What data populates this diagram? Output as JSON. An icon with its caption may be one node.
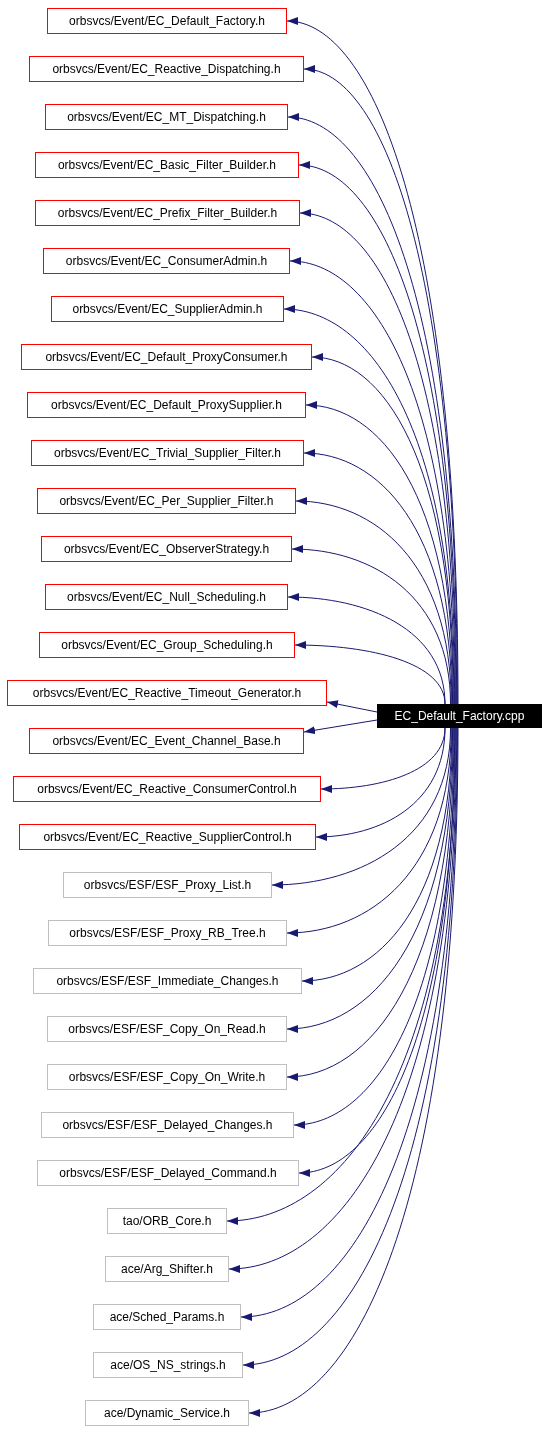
{
  "diagram": {
    "nodes": [
      {
        "text": [
          "orbsvcs/Event/EC_Default_Factory.h"
        ]
      },
      {
        "text": [
          "orbsvcs/Event/EC_Reactive_Dispatching.h"
        ]
      },
      {
        "text": [
          "orbsvcs/Event/EC_MT_Dispatching.h"
        ]
      },
      {
        "text": [
          "orbsvcs/Event/EC_Basic_Filter_Builder.h"
        ]
      },
      {
        "text": [
          "orbsvcs/Event/EC_Prefix_Filter_Builder.h"
        ]
      },
      {
        "text": [
          "orbsvcs/Event/EC_ConsumerAdmin.h"
        ]
      },
      {
        "text": [
          "orbsvcs/Event/EC_SupplierAdmin.h"
        ]
      },
      {
        "text": [
          "orbsvcs/Event/EC_Default_ProxyConsumer.h"
        ]
      },
      {
        "text": [
          "orbsvcs/Event/EC_Default_ProxySupplier.h"
        ]
      },
      {
        "text": [
          "orbsvcs/Event/EC_Trivial_Supplier_Filter.h"
        ]
      },
      {
        "text": [
          "orbsvcs/Event/EC_Per_Supplier_Filter.h"
        ]
      },
      {
        "text": [
          "orbsvcs/Event/EC_ObserverStrategy.h"
        ]
      },
      {
        "text": [
          "orbsvcs/Event/EC_Null_Scheduling.h"
        ]
      },
      {
        "text": [
          "orbsvcs/Event/EC_Group_Scheduling.h"
        ]
      },
      {
        "text": [
          "orbsvcs/Event/EC_Reactive_Timeout_Generator.h"
        ]
      },
      {
        "text": [
          "orbsvcs/Event/EC_Event_Channel_Base.h"
        ]
      },
      {
        "text": [
          "orbsvcs/Event/EC_Reactive_ConsumerControl.h"
        ]
      },
      {
        "text": [
          "orbsvcs/Event/EC_Reactive_SupplierControl.h"
        ]
      },
      {
        "text": [
          "orbsvcs/ESF/ESF_Proxy_List.h"
        ]
      },
      {
        "text": [
          "orbsvcs/ESF/ESF_Proxy_RB_Tree.h"
        ]
      },
      {
        "text": [
          "orbsvcs/ESF/ESF_Immediate_Changes.h"
        ]
      },
      {
        "text": [
          "orbsvcs/ESF/ESF_Copy_On_Read.h"
        ]
      },
      {
        "text": [
          "orbsvcs/ESF/ESF_Copy_On_Write.h"
        ]
      },
      {
        "text": [
          "orbsvcs/ESF/ESF_Delayed_Changes.h"
        ]
      },
      {
        "text": [
          "orbsvcs/ESF/ESF_Delayed_Command.h"
        ]
      },
      {
        "text": [
          "tao/ORB_Core.h"
        ]
      },
      {
        "text": [
          "ace/Arg_Shifter.h"
        ]
      },
      {
        "text": [
          "ace/Sched_Params.h"
        ]
      },
      {
        "text": [
          "ace/OS_NS_strings.h"
        ]
      },
      {
        "text": [
          "ace/Dynamic_Service.h"
        ]
      },
      {
        "text": [
          "EC_Default_Factory.cpp"
        ]
      }
    ],
    "edges": [
      {
        "from": 30,
        "to": 0,
        "arrow": "to"
      },
      {
        "from": 30,
        "to": 1,
        "arrow": "to"
      },
      {
        "from": 30,
        "to": 2,
        "arrow": "to"
      },
      {
        "from": 30,
        "to": 3,
        "arrow": "to"
      },
      {
        "from": 30,
        "to": 4,
        "arrow": "to"
      },
      {
        "from": 30,
        "to": 5,
        "arrow": "to"
      },
      {
        "from": 30,
        "to": 6,
        "arrow": "to"
      },
      {
        "from": 30,
        "to": 7,
        "arrow": "to"
      },
      {
        "from": 30,
        "to": 8,
        "arrow": "to"
      },
      {
        "from": 30,
        "to": 9,
        "arrow": "to"
      },
      {
        "from": 30,
        "to": 10,
        "arrow": "to"
      },
      {
        "from": 30,
        "to": 11,
        "arrow": "to"
      },
      {
        "from": 30,
        "to": 12,
        "arrow": "to"
      },
      {
        "from": 30,
        "to": 13,
        "arrow": "to"
      },
      {
        "from": 30,
        "to": 14,
        "arrow": "to"
      },
      {
        "from": 30,
        "to": 15,
        "arrow": "to"
      },
      {
        "from": 30,
        "to": 16,
        "arrow": "to"
      },
      {
        "from": 30,
        "to": 17,
        "arrow": "to"
      },
      {
        "from": 30,
        "to": 18,
        "arrow": "to"
      },
      {
        "from": 30,
        "to": 19,
        "arrow": "to"
      },
      {
        "from": 30,
        "to": 20,
        "arrow": "to"
      },
      {
        "from": 30,
        "to": 21,
        "arrow": "to"
      },
      {
        "from": 30,
        "to": 22,
        "arrow": "to"
      },
      {
        "from": 30,
        "to": 23,
        "arrow": "to"
      },
      {
        "from": 30,
        "to": 24,
        "arrow": "to"
      },
      {
        "from": 30,
        "to": 25,
        "arrow": "to"
      },
      {
        "from": 30,
        "to": 26,
        "arrow": "to"
      },
      {
        "from": 30,
        "to": 27,
        "arrow": "to"
      },
      {
        "from": 30,
        "to": 28,
        "arrow": "to"
      },
      {
        "from": 30,
        "to": 29,
        "arrow": "to"
      }
    ]
  }
}
